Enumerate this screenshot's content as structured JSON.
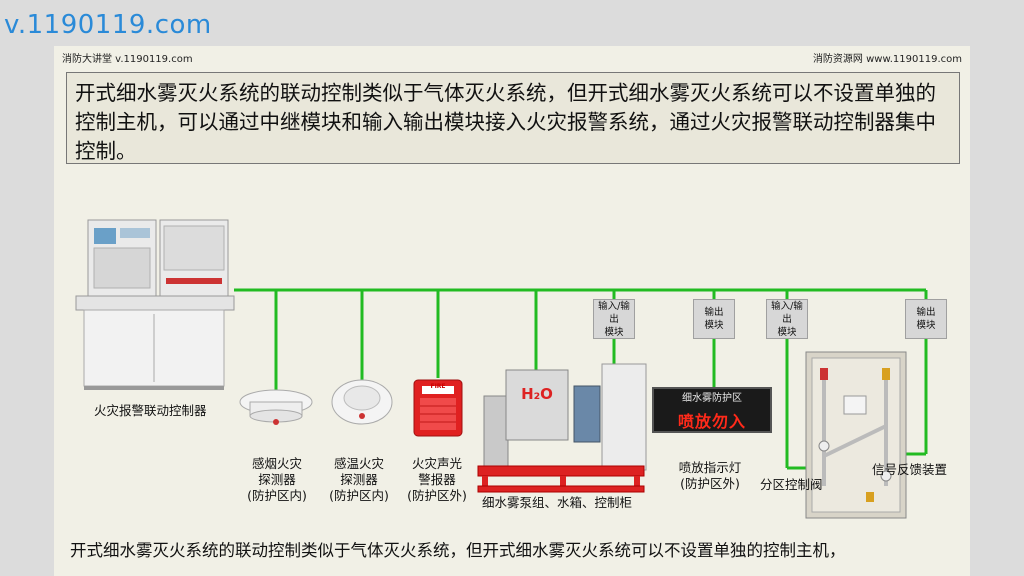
{
  "site_watermark": "v.1190119.com",
  "header": {
    "left": "消防大讲堂 v.1190119.com",
    "right": "消防资源网 www.1190119.com"
  },
  "intro_text": "开式细水雾灭火系统的联动控制类似于气体灭火系统，但开式细水雾灭火系统可以不设置单独的控制主机，可以通过中继模块和输入输出模块接入火灾报警系统，通过火灾报警联动控制器集中控制。",
  "colors": {
    "bus_line": "#22bb22",
    "intro_bg": "#e9e7da",
    "slide_bg": "#f1f0e6",
    "module_bg": "#d7d7d7",
    "sign_text": "#ff2a1a"
  },
  "devices": {
    "controller_label": "火灾报警联动控制器",
    "smoke_detector": [
      "感烟火灾",
      "探测器",
      "(防护区内)"
    ],
    "heat_detector": [
      "感温火灾",
      "探测器",
      "(防护区内)"
    ],
    "alarm": [
      "火灾声光",
      "警报器",
      "(防护区外)"
    ],
    "alarm_badge": "FIRE",
    "pump_label": "细水雾泵组、水箱、控制柜",
    "tank_label": "H₂O",
    "indicator": [
      "喷放指示灯",
      "(防护区外)"
    ],
    "zone_valve": "分区控制阀",
    "feedback": "信号反馈装置"
  },
  "modules": {
    "io_1": [
      "输入/输出",
      "模块"
    ],
    "out_1": [
      "输出",
      "模块"
    ],
    "io_2": [
      "输入/输出",
      "模块"
    ],
    "out_2": [
      "输出",
      "模块"
    ]
  },
  "sign": {
    "top": "细水雾防护区",
    "main": "喷放勿入"
  },
  "caption": "开式细水雾灭火系统的联动控制类似于气体灭火系统，但开式细水雾灭火系统可以不设置单独的控制主机，"
}
